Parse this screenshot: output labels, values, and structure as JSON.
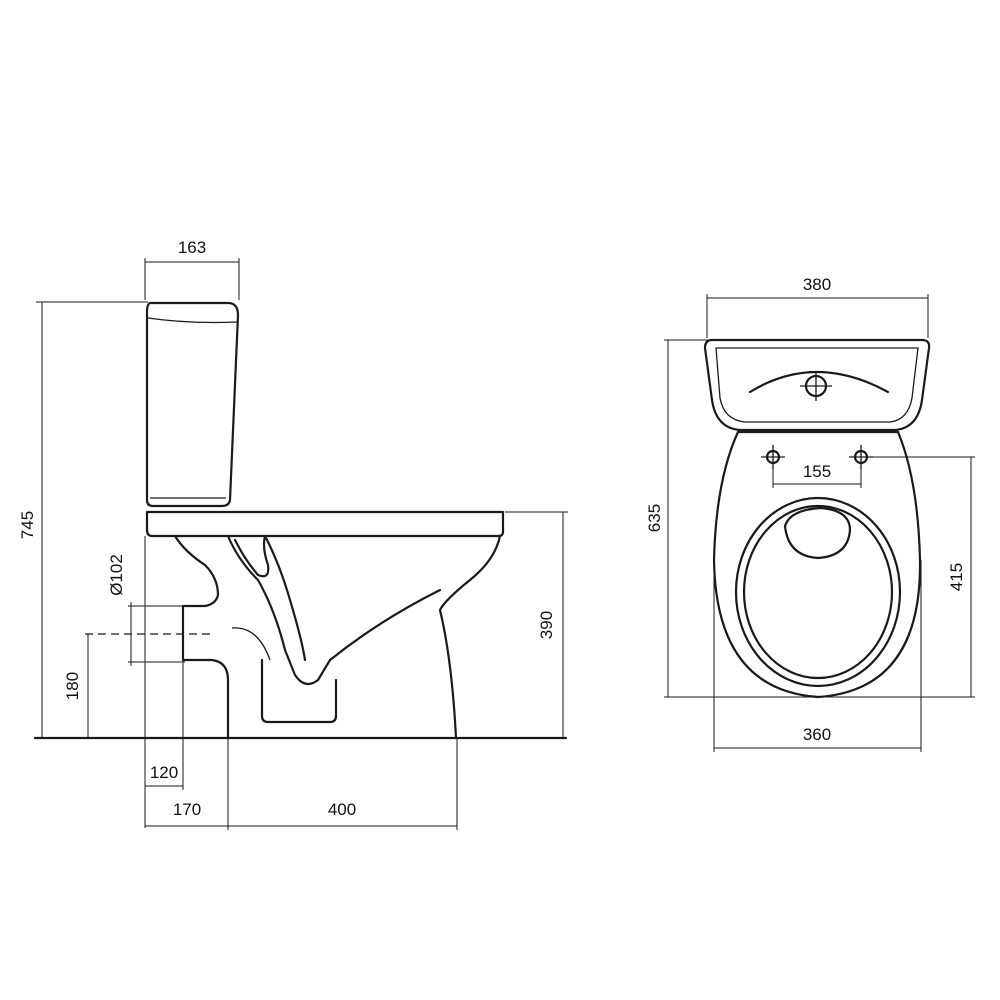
{
  "side_view": {
    "tank_depth": "163",
    "total_height": "745",
    "pipe_diameter": "Ø102",
    "outlet_height": "180",
    "outlet_offset": "120",
    "wall_to_base": "170",
    "base_length": "400",
    "seat_height": "390"
  },
  "top_view": {
    "tank_width": "380",
    "total_depth": "635",
    "fixing_hole_spacing": "155",
    "hole_to_front": "415",
    "bowl_width": "360"
  }
}
